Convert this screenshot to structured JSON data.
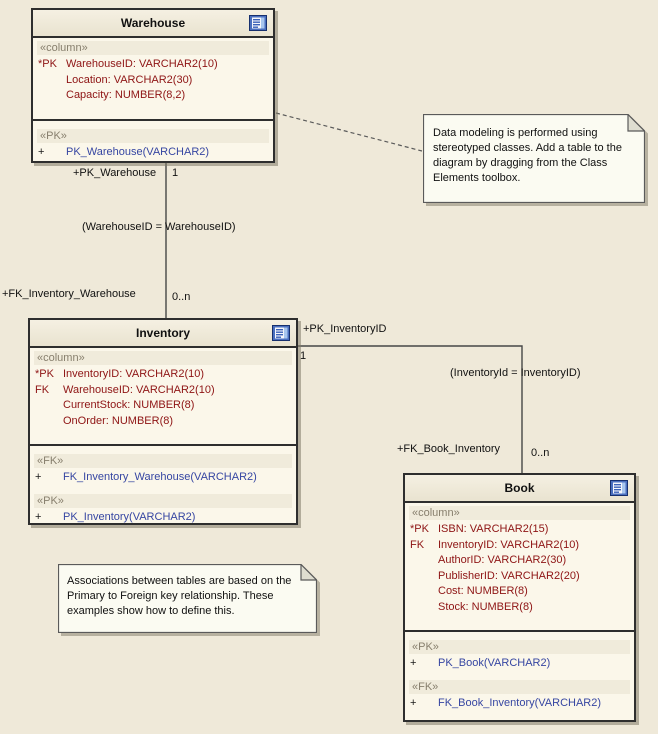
{
  "diagram": {
    "type": "uml-data-model",
    "colors": {
      "canvas_background": "#EFE9D9",
      "table_fill": "#FBF7EA",
      "header_fill": "#EEE8D6",
      "border": "#2E2E2E",
      "column_text": "#8E1414",
      "operation_text": "#3646A2",
      "stereotype_text": "#877F6D",
      "note_fill": "#FBFBF2"
    }
  },
  "tables": {
    "warehouse": {
      "title": "Warehouse",
      "header_icon": "table-icon",
      "columns_stereotype": "«column»",
      "columns": [
        {
          "prefix": "*PK",
          "text": "WarehouseID: VARCHAR2(10)"
        },
        {
          "prefix": "",
          "text": "Location: VARCHAR2(30)"
        },
        {
          "prefix": "",
          "text": "Capacity: NUMBER(8,2)"
        }
      ],
      "sections": [
        {
          "stereotype": "«PK»",
          "operations": [
            {
              "prefix": "+",
              "text": "PK_Warehouse(VARCHAR2)"
            }
          ]
        }
      ]
    },
    "inventory": {
      "title": "Inventory",
      "header_icon": "table-icon",
      "columns_stereotype": "«column»",
      "columns": [
        {
          "prefix": "*PK",
          "text": "InventoryID: VARCHAR2(10)"
        },
        {
          "prefix": "FK",
          "text": "WarehouseID: VARCHAR2(10)"
        },
        {
          "prefix": "",
          "text": "CurrentStock: NUMBER(8)"
        },
        {
          "prefix": "",
          "text": "OnOrder: NUMBER(8)"
        }
      ],
      "sections": [
        {
          "stereotype": "«FK»",
          "operations": [
            {
              "prefix": "+",
              "text": "FK_Inventory_Warehouse(VARCHAR2)"
            }
          ]
        },
        {
          "stereotype": "«PK»",
          "operations": [
            {
              "prefix": "+",
              "text": "PK_Inventory(VARCHAR2)"
            }
          ]
        }
      ]
    },
    "book": {
      "title": "Book",
      "header_icon": "table-icon",
      "columns_stereotype": "«column»",
      "columns": [
        {
          "prefix": "*PK",
          "text": "ISBN: VARCHAR2(15)"
        },
        {
          "prefix": "FK",
          "text": "InventoryID: VARCHAR2(10)"
        },
        {
          "prefix": "",
          "text": "AuthorID: VARCHAR2(30)"
        },
        {
          "prefix": "",
          "text": "PublisherID: VARCHAR2(20)"
        },
        {
          "prefix": "",
          "text": "Cost: NUMBER(8)"
        },
        {
          "prefix": "",
          "text": "Stock: NUMBER(8)"
        }
      ],
      "sections": [
        {
          "stereotype": "«PK»",
          "operations": [
            {
              "prefix": "+",
              "text": "PK_Book(VARCHAR2)"
            }
          ]
        },
        {
          "stereotype": "«FK»",
          "operations": [
            {
              "prefix": "+",
              "text": "FK_Book_Inventory(VARCHAR2)"
            }
          ]
        }
      ]
    }
  },
  "connectors": {
    "warehouse_inventory": {
      "source_role": "+PK_Warehouse",
      "source_multiplicity": "1",
      "constraint": "(WarehouseID = WarehouseID)",
      "target_role": "+FK_Inventory_Warehouse",
      "target_multiplicity": "0..n"
    },
    "inventory_book": {
      "source_role": "+PK_InventoryID",
      "source_multiplicity": "1",
      "constraint": "(InventoryId = InventoryID)",
      "target_role": "+FK_Book_Inventory",
      "target_multiplicity": "0..n"
    }
  },
  "notes": {
    "note1": {
      "text": "Data modeling is performed using stereotyped classes. Add a table to the diagram by dragging from the Class Elements toolbox."
    },
    "note2": {
      "text": "Associations between tables are based on the Primary to Foreign key relationship. These examples show how to define this."
    }
  }
}
